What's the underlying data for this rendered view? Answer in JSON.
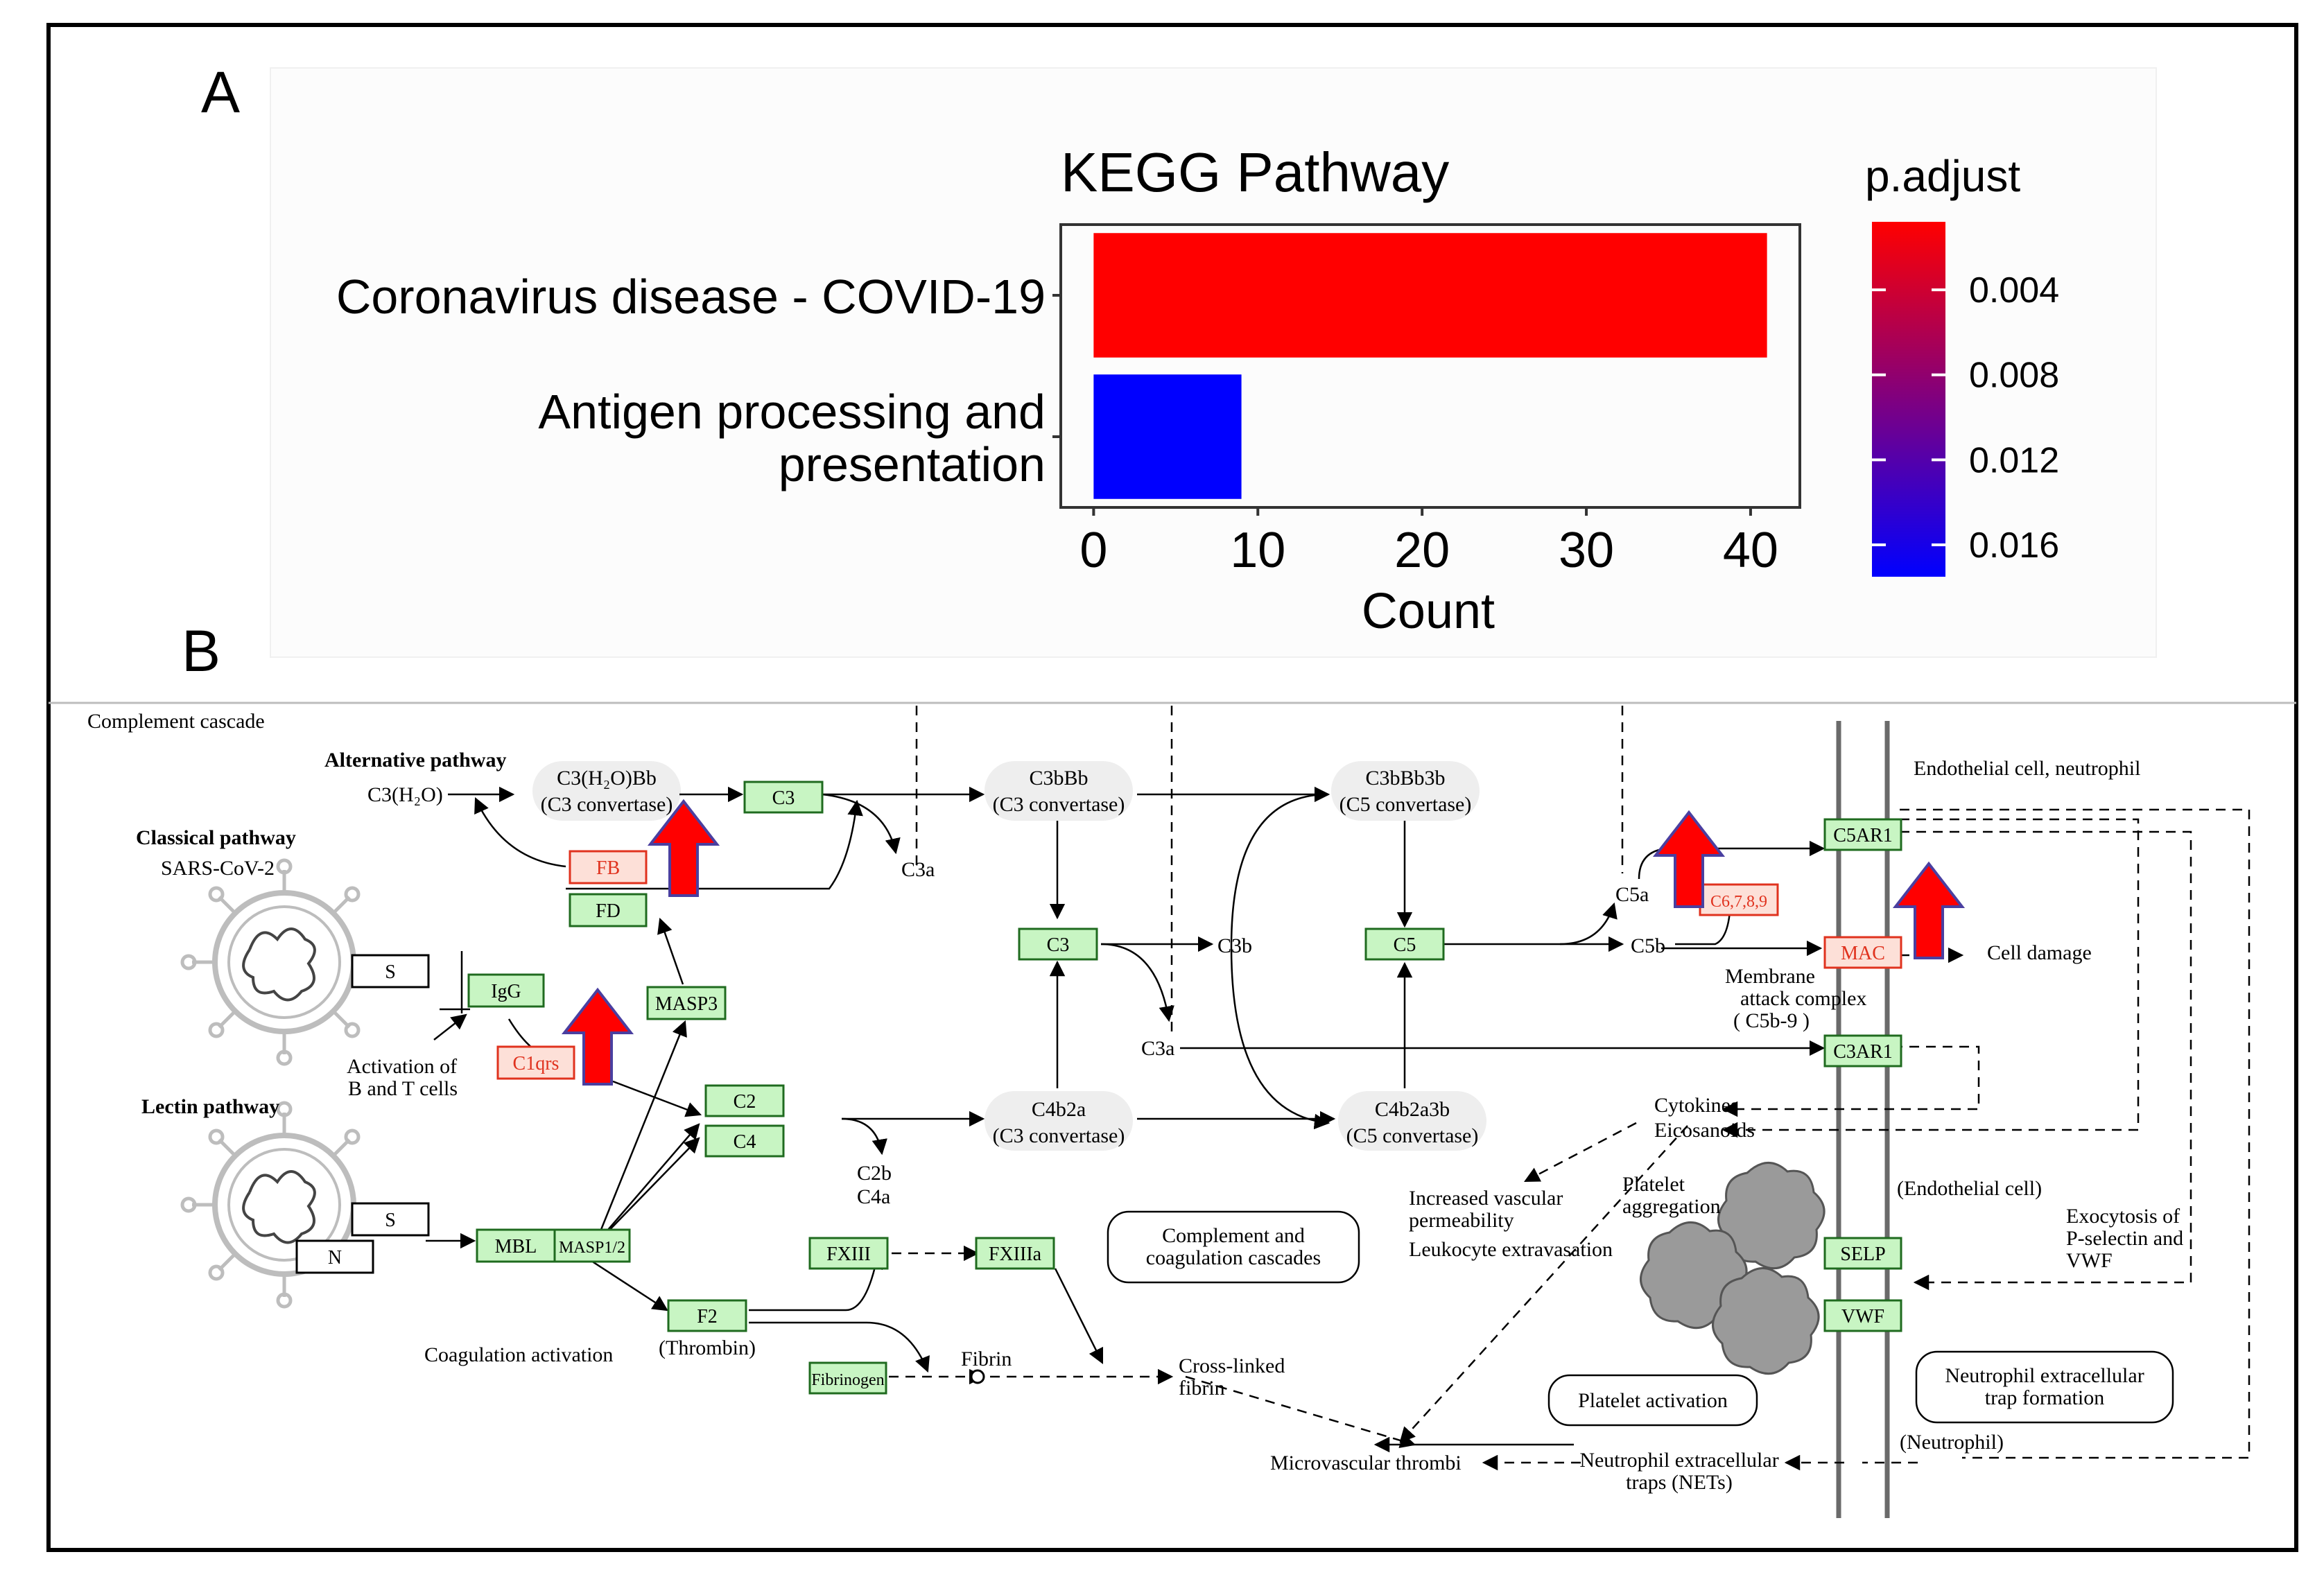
{
  "colors": {
    "high_bar": "#ff0000",
    "low_bar": "#0000ff",
    "gene_box_fill": "#c8f5c3",
    "gene_box_border": "#1f6b1f",
    "up_gene_fill": "#fde0d8",
    "up_gene_text": "#e0321e",
    "arrow_red": "#ff0000",
    "arrow_border": "#4a3fa0",
    "platelet": "#9a9a9a"
  },
  "panel_a": {
    "letter": "A",
    "chart_data": {
      "type": "bar",
      "orientation": "horizontal",
      "title": "KEGG Pathway",
      "xlabel": "Count",
      "ylabel": "",
      "categories": [
        "Coronavirus disease - COVID-19",
        "Antigen processing and presentation"
      ],
      "category_lines": [
        [
          "Coronavirus disease - COVID-19"
        ],
        [
          "Antigen processing and",
          "presentation"
        ]
      ],
      "values": [
        41,
        9
      ],
      "p_adjust": [
        0.0008,
        0.0175
      ],
      "xlim": [
        -2,
        43
      ],
      "xticks": [
        "0",
        "10",
        "20",
        "30",
        "40"
      ],
      "xtick_values": [
        0,
        10,
        20,
        30,
        40
      ],
      "legend": {
        "title": "p.adjust",
        "placement": "right",
        "range": [
          0.0008,
          0.0175
        ],
        "ticks": [
          "0.004",
          "0.008",
          "0.012",
          "0.016"
        ],
        "tick_values": [
          0.004,
          0.008,
          0.012,
          0.016
        ],
        "low_color": "#ff0000",
        "high_color": "#0000ff"
      },
      "grid": false
    }
  },
  "panel_b": {
    "letter": "B",
    "header": "Complement cascade",
    "labels": {
      "alternative_pathway": "Alternative pathway",
      "classical_pathway": "Classical pathway",
      "sars_cov2": "SARS-CoV-2",
      "lectin_pathway": "Lectin pathway",
      "c3h2o": "C3(H₂O)",
      "c3h2obb": "C3(H₂O)Bb",
      "c3_convertase_1": "(C3 convertase)",
      "c3bbb": "C3bBb",
      "c3_convertase_2": "(C3 convertase)",
      "c3bbb3b": "C3bBb3b",
      "c5_convertase_1": "(C5 convertase)",
      "c4b2a": "C4b2a",
      "c3_convertase_3": "(C3 convertase)",
      "c4b2a3b": "C4b2a3b",
      "c5_convertase_2": "(C5 convertase)",
      "c3a_1": "C3a",
      "c3b": "C3b",
      "c3a_2": "C3a",
      "c5a": "C5a",
      "c5b": "C5b",
      "c2b": "C2b",
      "c4a": "C4a",
      "activation_line1": "Activation of",
      "activation_line2": "B and T cells",
      "mac_line1": "Membrane",
      "mac_line2": "attack complex",
      "mac_line3": "( C5b-9 )",
      "cell_damage": "Cell damage",
      "endothelial_neutrophil": "Endothelial cell, neutrophil",
      "cytokines": "Cytokines",
      "eicosanoids": "Eicosanoids",
      "vascular_line1": "Increased vascular",
      "vascular_line2": "permeability",
      "vascular_line3": "Leukocyte extravasation",
      "platelet_agg_line1": "Platelet",
      "platelet_agg_line2": "aggregation",
      "endothelial_cell": "(Endothelial cell)",
      "exocytosis_line1": "Exocytosis of",
      "exocytosis_line2": "P-selectin and",
      "exocytosis_line3": "VWF",
      "complement_coag_line1": "Complement and",
      "complement_coag_line2": "coagulation cascades",
      "platelet_activation": "Platelet activation",
      "net_formation_line1": "Neutrophil extracellular",
      "net_formation_line2": "trap formation",
      "neutrophil": "(Neutrophil)",
      "coag_activation": "Coagulation activation",
      "thrombin": "(Thrombin)",
      "fibrin": "Fibrin",
      "crosslinked_line1": "Cross-linked",
      "crosslinked_line2": "fibrin",
      "microvascular": "Microvascular thrombi",
      "nets_line1": "Neutrophil extracellular",
      "nets_line2": "traps (NETs)"
    },
    "genes": {
      "fb": "FB",
      "fd": "FD",
      "c3_top": "C3",
      "c3_mid": "C3",
      "c5": "C5",
      "c5ar1": "C5AR1",
      "c6789": "C6,7,8,9",
      "mac": "MAC",
      "c3ar1": "C3AR1",
      "igg": "IgG",
      "c1qrs": "C1qrs",
      "masp3": "MASP3",
      "c2": "C2",
      "c4": "C4",
      "s_classical": "S",
      "s_lectin": "S",
      "n_lectin": "N",
      "mbl": "MBL",
      "masp12": "MASP1/2",
      "fxiii": "FXIII",
      "fxiiia": "FXIIIa",
      "f2": "F2",
      "fibrinogen": "Fibrinogen",
      "selp": "SELP",
      "vwf": "VWF"
    }
  }
}
